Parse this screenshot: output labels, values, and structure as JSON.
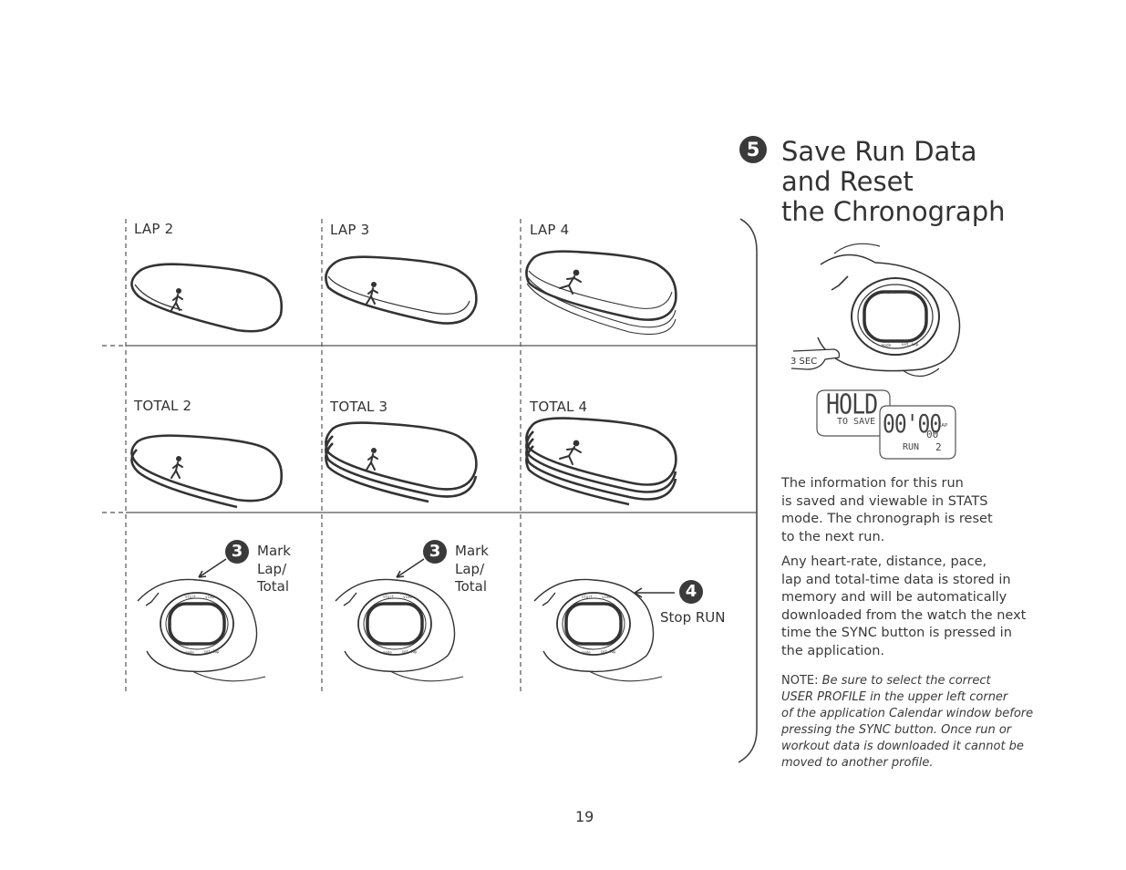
{
  "page": {
    "number": "19"
  },
  "section": {
    "badge": "5",
    "title_lines": [
      "Save Run Data",
      "and Reset",
      "the Chronograph"
    ]
  },
  "labels": {
    "lap": [
      "LAP 2",
      "LAP 3",
      "LAP 4"
    ],
    "total": [
      "TOTAL 2",
      "TOTAL 3",
      "TOTAL 4"
    ]
  },
  "steps": {
    "mark_lap_badge": "3",
    "mark_lap_lines": [
      "Mark",
      "Lap/",
      "Total"
    ],
    "stop_run_badge": "4",
    "stop_run_label": "Stop RUN"
  },
  "watch": {
    "hold_label": "3 SEC",
    "display_hold": "HOLD",
    "display_to_save": "TO SAVE",
    "display_time": "00'00",
    "display_small": "00",
    "display_lap": "LAP",
    "display_run": "RUN",
    "display_run_num": "2",
    "button_labels": [
      "start",
      "view",
      "stop",
      "mode",
      "set lap",
      "light",
      "backlight",
      "data"
    ]
  },
  "text": {
    "para1_lines": [
      "The information for this run",
      "is saved and viewable in STATS",
      "mode. The chronograph is reset",
      "to the next run."
    ],
    "para2_lines": [
      "Any heart-rate, distance, pace,",
      "lap and total-time data is stored in",
      "memory and will be automatically",
      "downloaded from the watch the next"
    ],
    "para2_line5_a": "time the ",
    "para2_line5_sync": "SYNC",
    "para2_line5_b": " button is pressed in",
    "para2_line6": "the application.",
    "note_label": "NOTE:",
    "note_line1": " Be sure to select the correct",
    "note_line2_a": "USER PROFILE",
    "note_line2_b": " in the upper left corner",
    "note_line3": "of the application Calendar window before",
    "note_line4_a": "pressing the ",
    "note_line4_sync": "SYNC",
    "note_line4_b": " button. Once run or",
    "note_line5": "workout data is downloaded it cannot be",
    "note_line6": "moved to another profile."
  },
  "colors": {
    "ink": "#333333",
    "badge": "#3a3a3a",
    "rule": "#555555"
  }
}
